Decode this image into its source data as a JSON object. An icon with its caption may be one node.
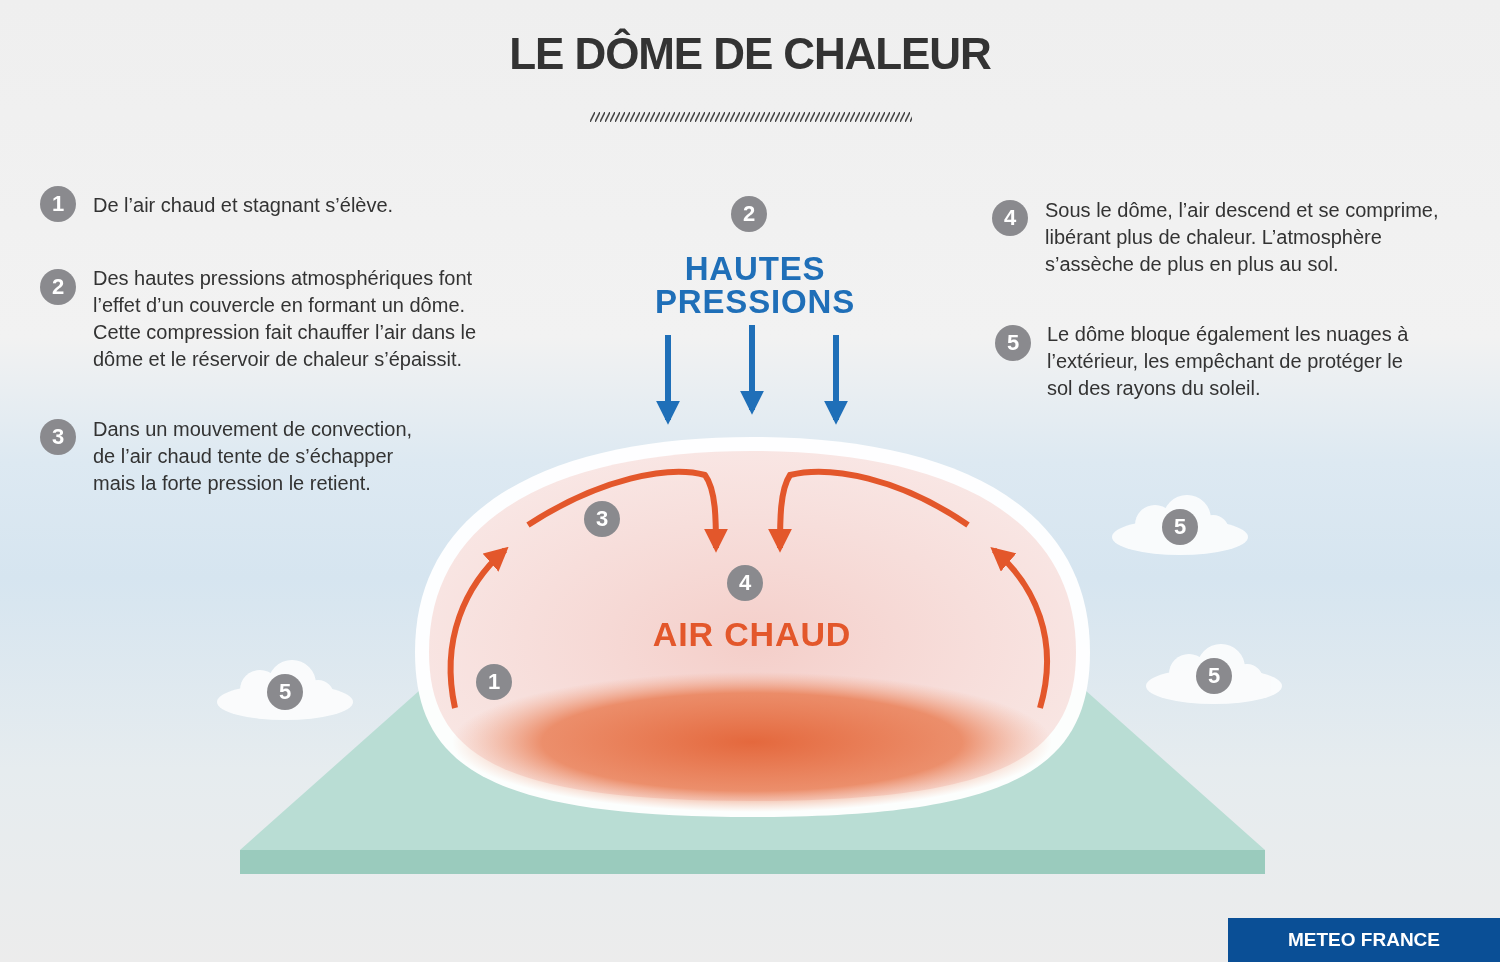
{
  "diagram": {
    "title": "LE DÔME DE CHALEUR",
    "nodes": [
      {
        "text": [
          "1"
        ],
        "beside": [
          "De l’air chaud et stagnant s’élève."
        ]
      },
      {
        "text": [
          "2"
        ],
        "beside": [
          "Des hautes pressions atmosphériques font l’effet d’un couvercle en formant un dôme. Cette compression fait chauffer l’air dans le dôme et le réservoir de chaleur s’épaissit."
        ]
      },
      {
        "text": [
          "3"
        ],
        "beside": [
          "Dans un mouvement de convection, de l’air chaud tente de s’échapper mais la forte pression le retient."
        ]
      },
      {
        "text": [
          "4"
        ],
        "beside": [
          "Sous le dôme, l’air descend et se comprime, libérant plus de chaleur. L’atmosphère s’assèche de plus en plus au sol."
        ]
      },
      {
        "text": [
          "5"
        ],
        "beside": [
          "Le dôme bloque également les nuages à l’extérieur, les empêchant de protéger le sol des rayons du soleil."
        ]
      },
      {
        "text": [
          "2"
        ]
      },
      {
        "text": [
          "AIR CHAUD"
        ]
      },
      {
        "text": [
          "3"
        ],
        "in": 6
      },
      {
        "text": [
          "4"
        ],
        "in": 6
      },
      {
        "text": [
          "1"
        ],
        "in": 6
      },
      {
        "text": [
          "5"
        ]
      },
      {
        "text": [
          "5"
        ]
      },
      {
        "text": [
          "5"
        ]
      }
    ],
    "edges": [],
    "labels": [
      "HAUTES PRESSIONS",
      "METEO FRANCE"
    ]
  }
}
